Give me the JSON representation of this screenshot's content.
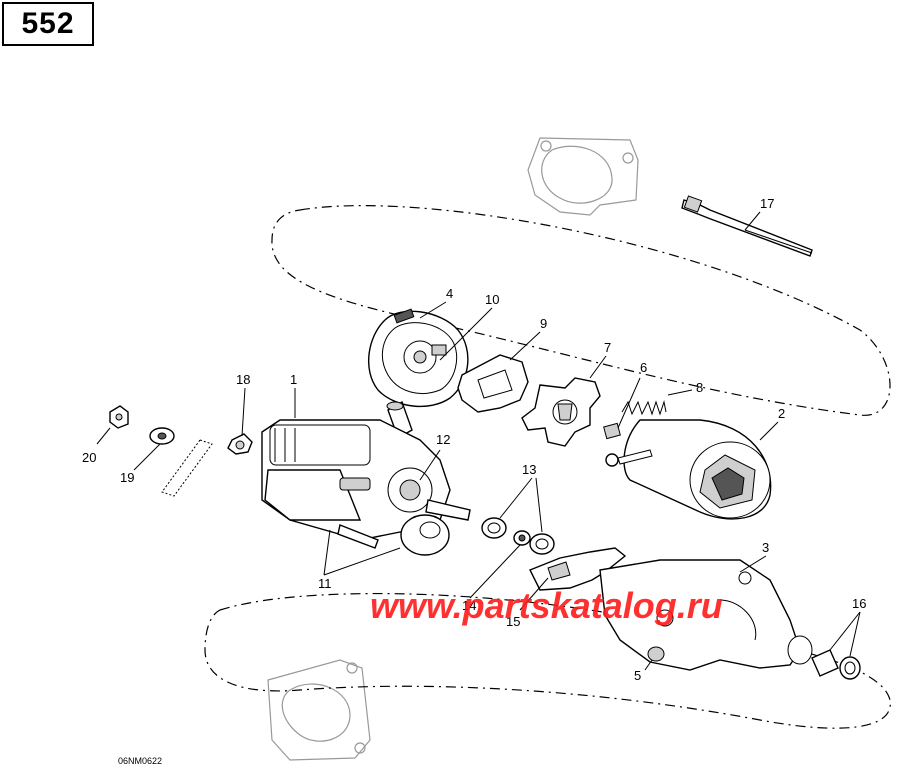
{
  "page": {
    "number": "552",
    "drawing_code": "06NM0622",
    "watermark": "www.partskatalog.ru"
  },
  "callouts": [
    {
      "id": "c1",
      "label": "1"
    },
    {
      "id": "c2",
      "label": "2"
    },
    {
      "id": "c3",
      "label": "3"
    },
    {
      "id": "c4",
      "label": "4"
    },
    {
      "id": "c5",
      "label": "5"
    },
    {
      "id": "c6",
      "label": "6"
    },
    {
      "id": "c7",
      "label": "7"
    },
    {
      "id": "c8",
      "label": "8"
    },
    {
      "id": "c9",
      "label": "9"
    },
    {
      "id": "c10",
      "label": "10"
    },
    {
      "id": "c11",
      "label": "11"
    },
    {
      "id": "c12",
      "label": "12"
    },
    {
      "id": "c13",
      "label": "13"
    },
    {
      "id": "c14",
      "label": "14"
    },
    {
      "id": "c15",
      "label": "15"
    },
    {
      "id": "c16",
      "label": "16"
    },
    {
      "id": "c17",
      "label": "17"
    },
    {
      "id": "c18",
      "label": "18"
    },
    {
      "id": "c19",
      "label": "19"
    },
    {
      "id": "c20",
      "label": "20"
    }
  ]
}
